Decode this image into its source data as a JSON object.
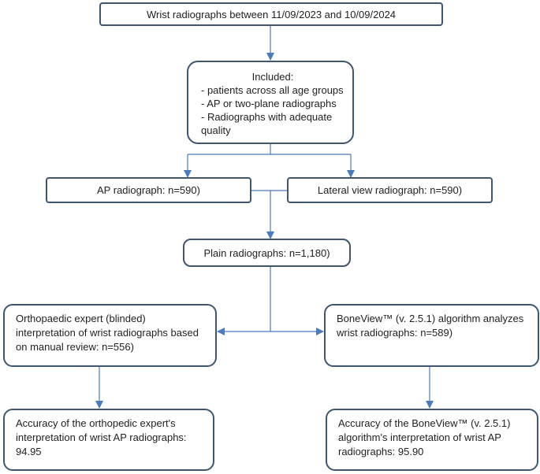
{
  "boxes": {
    "top": "Wrist radiographs between 11/09/2023 and 10/09/2024",
    "included_title": "Included:",
    "included_items": [
      "- patients across all age groups",
      "- AP or two-plane radiographs",
      "- Radiographs with adequate quality"
    ],
    "ap": "AP radiograph: n=590)",
    "lateral": "Lateral view radiograph: n=590)",
    "plain": "Plain radiographs: n=1,180)",
    "expert": "Orthopaedic expert (blinded) interpretation of wrist radiographs based on manual review: n=556)",
    "boneview": "BoneView™ (v. 2.5.1) algorithm analyzes wrist radiographs: n=589)",
    "acc_expert": "Accuracy of the orthopedic expert's interpretation of wrist AP radiographs: 94.95",
    "acc_boneview": "Accuracy of the BoneView™ (v. 2.5.1) algorithm's interpretation of wrist AP radiographs: 95.90"
  },
  "colors": {
    "border": "#3f5670",
    "arrow": "#4a7bbf"
  }
}
